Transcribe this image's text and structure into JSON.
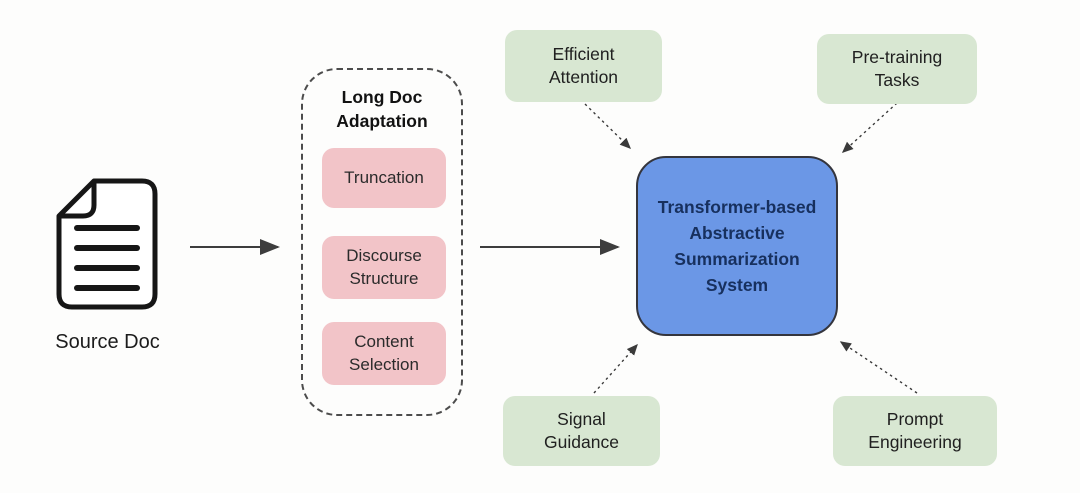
{
  "nodes": {
    "source_doc": {
      "label": "Source Doc",
      "icon": "document-icon"
    },
    "adaptation": {
      "title": "Long Doc Adaptation",
      "methods": [
        {
          "label": "Truncation"
        },
        {
          "label": "Discourse Structure"
        },
        {
          "label": "Content Selection"
        }
      ]
    },
    "system": {
      "label": "Transformer-based Abstractive Summarization System"
    },
    "techniques": [
      {
        "label": "Efficient Attention",
        "position": "top-left"
      },
      {
        "label": "Pre-training Tasks",
        "position": "top-right"
      },
      {
        "label": "Signal Guidance",
        "position": "bottom-left"
      },
      {
        "label": "Prompt Engineering",
        "position": "bottom-right"
      }
    ]
  },
  "edges": [
    {
      "from": "source-doc",
      "to": "adaptation-group",
      "style": "solid-arrow"
    },
    {
      "from": "adaptation-group",
      "to": "system-node",
      "style": "solid-arrow"
    },
    {
      "from": "technique-efficient-attention",
      "to": "system-node",
      "style": "dashed-arrow"
    },
    {
      "from": "technique-pre-training-tasks",
      "to": "system-node",
      "style": "dashed-arrow"
    },
    {
      "from": "technique-signal-guidance",
      "to": "system-node",
      "style": "dashed-arrow"
    },
    {
      "from": "technique-prompt-engineering",
      "to": "system-node",
      "style": "dashed-arrow"
    }
  ],
  "colors": {
    "method_fill": "#f2c4c8",
    "technique_fill": "#d8e7d2",
    "system_fill": "#6b97e6",
    "system_text": "#17305e",
    "arrow": "#3d3d3d",
    "background": "#fdfdfc"
  }
}
